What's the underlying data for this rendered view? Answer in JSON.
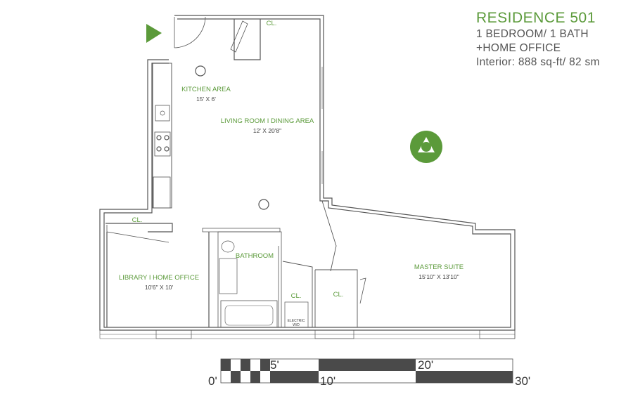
{
  "header": {
    "title": "RESIDENCE 501",
    "line1": "1 BEDROOM/ 1 BATH",
    "line2": "+HOME OFFICE",
    "line3": "Interior: 888 sq-ft/ 82 sm"
  },
  "rooms": {
    "kitchen": {
      "name": "KITCHEN AREA",
      "dims": "15' X 6'"
    },
    "living": {
      "name": "LIVING ROOM I DINING AREA",
      "dims": "12' X 20'8\""
    },
    "library": {
      "name": "LIBRARY I HOME OFFICE",
      "dims": "10'6\" X 10'"
    },
    "bathroom": {
      "name": "BATHROOM"
    },
    "master": {
      "name": "MASTER SUITE",
      "dims": "15'10\" X 13'10\""
    }
  },
  "closets": {
    "entry": "CL.",
    "library": "CL.",
    "laundry": "CL.",
    "master": "CL."
  },
  "appliance": {
    "line1": "ELECTRIC",
    "line2": "W/D"
  },
  "scale": {
    "l0": "0'",
    "l5": "5'",
    "l10": "10'",
    "l20": "20'",
    "l30": "30'"
  },
  "colors": {
    "accent": "#5b9a3a",
    "wall": "#555555",
    "scale": "#4a4a4a"
  }
}
